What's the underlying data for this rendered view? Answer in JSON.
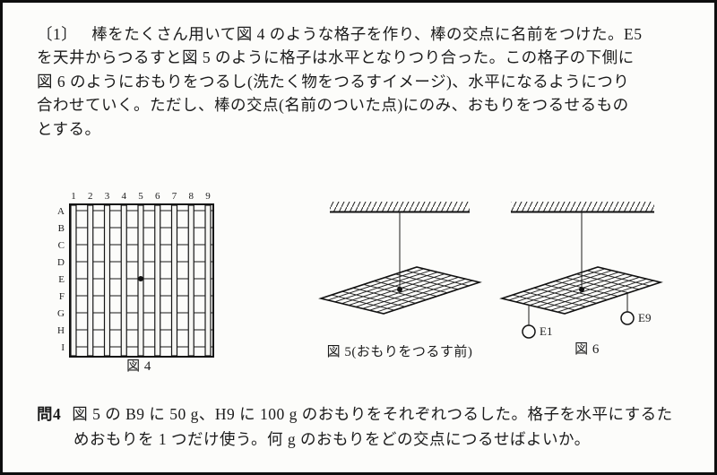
{
  "intro": {
    "label": "〔1〕",
    "lines": [
      "棒をたくさん用いて図 4 のような格子を作り、棒の交点に名前をつけた。E5",
      "を天井からつるすと図 5 のように格子は水平となりつり合った。この格子の下側に",
      "図 6 のようにおもりをつるし(洗たく物をつるすイメージ)、水平になるようにつり",
      "合わせていく。ただし、棒の交点(名前のついた点)にのみ、おもりをつるせるもの",
      "とする。"
    ]
  },
  "fig4": {
    "caption": "図 4",
    "col_labels": [
      "1",
      "2",
      "3",
      "4",
      "5",
      "6",
      "7",
      "8",
      "9"
    ],
    "row_labels": [
      "A",
      "B",
      "C",
      "D",
      "E",
      "F",
      "G",
      "H",
      "I"
    ]
  },
  "fig5": {
    "caption": "図 5(おもりをつるす前)"
  },
  "fig6": {
    "caption": "図 6",
    "weights": [
      {
        "label": "E1"
      },
      {
        "label": "E9"
      }
    ]
  },
  "question": {
    "label": "問4",
    "lines": [
      "図 5 の B9 に 50 g、H9 に 100 g のおもりをそれぞれつるした。格子を水平にするた",
      "めおもりを 1 つだけ使う。何 g のおもりをどの交点につるせばよいか。"
    ]
  }
}
